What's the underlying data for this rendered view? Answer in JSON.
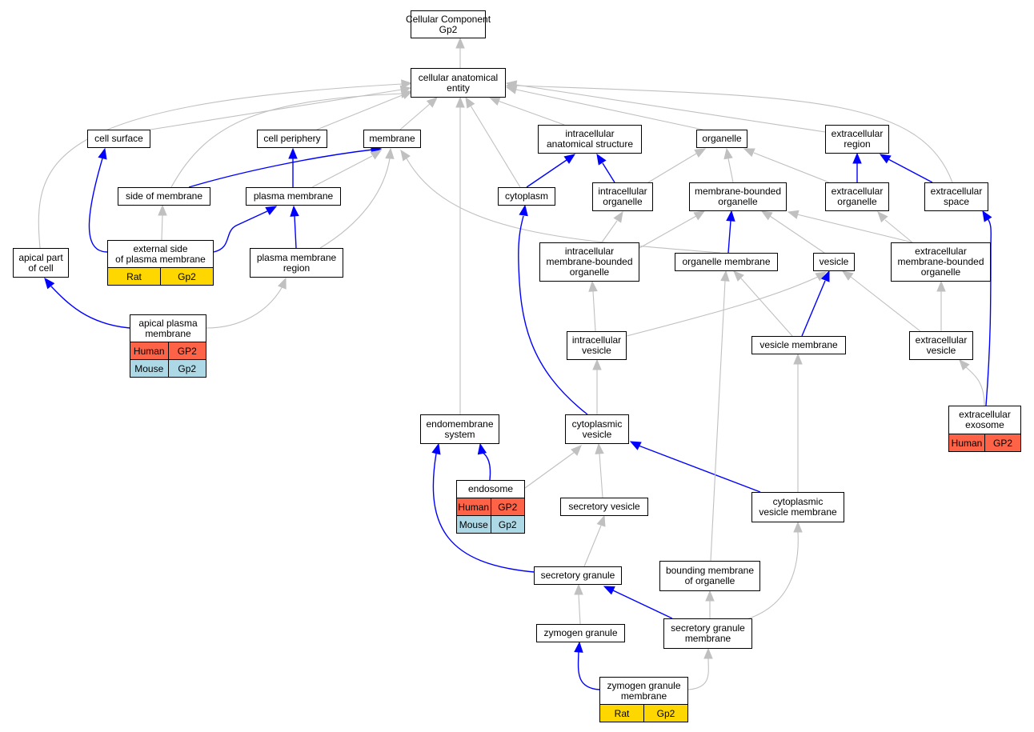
{
  "colors": {
    "Human": "#ff6347",
    "Mouse": "#add8e6",
    "Rat": "#ffd700",
    "is_a_edge": "#c0c0c0",
    "part_of_edge": "#0000ff"
  },
  "nodes": {
    "root": {
      "label": "Cellular Component\nGp2"
    },
    "cae": {
      "label": "cellular anatomical\nentity"
    },
    "cellsurface": {
      "label": "cell surface"
    },
    "cellperiphery": {
      "label": "cell periphery"
    },
    "membrane": {
      "label": "membrane"
    },
    "ias": {
      "label": "intracellular\nanatomical structure"
    },
    "organelle": {
      "label": "organelle"
    },
    "extracellularregion": {
      "label": "extracellular\nregion"
    },
    "sideofmembrane": {
      "label": "side of membrane"
    },
    "plasmamembrane": {
      "label": "plasma membrane"
    },
    "cytoplasm": {
      "label": "cytoplasm"
    },
    "intracellularorganelle": {
      "label": "intracellular\norganelle"
    },
    "mbo": {
      "label": "membrane-bounded\norganelle"
    },
    "extracellularorganelle": {
      "label": "extracellular\norganelle"
    },
    "extracellularspace": {
      "label": "extracellular\nspace"
    },
    "apicalpart": {
      "label": "apical part\nof cell"
    },
    "externalside": {
      "label": "external side\nof plasma membrane",
      "species": [
        {
          "species": "Rat",
          "gene": "Gp2"
        }
      ]
    },
    "pmregion": {
      "label": "plasma membrane\nregion"
    },
    "imbo": {
      "label": "intracellular\nmembrane-bounded\norganelle"
    },
    "organellemembrane": {
      "label": "organelle membrane"
    },
    "vesicle": {
      "label": "vesicle"
    },
    "embo": {
      "label": "extracellular\nmembrane-bounded\norganelle"
    },
    "apicalpm": {
      "label": "apical plasma\nmembrane",
      "species": [
        {
          "species": "Human",
          "gene": "GP2"
        },
        {
          "species": "Mouse",
          "gene": "Gp2"
        }
      ]
    },
    "intracellularvesicle": {
      "label": "intracellular\nvesicle"
    },
    "vesiclemembrane": {
      "label": "vesicle membrane"
    },
    "extracellularvesicle": {
      "label": "extracellular\nvesicle"
    },
    "exosome": {
      "label": "extracellular\nexosome",
      "species": [
        {
          "species": "Human",
          "gene": "GP2"
        }
      ]
    },
    "endomembrane": {
      "label": "endomembrane\nsystem"
    },
    "cytoplasmicvesicle": {
      "label": "cytoplasmic\nvesicle"
    },
    "endosome": {
      "label": "endosome",
      "species": [
        {
          "species": "Human",
          "gene": "GP2"
        },
        {
          "species": "Mouse",
          "gene": "Gp2"
        }
      ]
    },
    "secretoryvesicle": {
      "label": "secretory vesicle"
    },
    "cvm": {
      "label": "cytoplasmic\nvesicle membrane"
    },
    "secretorygranule": {
      "label": "secretory granule"
    },
    "boundingmembrane": {
      "label": "bounding membrane\nof organelle"
    },
    "zymogengranule": {
      "label": "zymogen granule"
    },
    "sgm": {
      "label": "secretory granule\nmembrane"
    },
    "zgm": {
      "label": "zymogen granule\nmembrane",
      "species": [
        {
          "species": "Rat",
          "gene": "Gp2"
        }
      ]
    }
  },
  "edges": [
    {
      "from": "cae",
      "to": "root",
      "rel": "is_a"
    },
    {
      "from": "cellsurface",
      "to": "cae",
      "rel": "is_a"
    },
    {
      "from": "cellperiphery",
      "to": "cae",
      "rel": "is_a"
    },
    {
      "from": "membrane",
      "to": "cae",
      "rel": "is_a"
    },
    {
      "from": "ias",
      "to": "cae",
      "rel": "is_a"
    },
    {
      "from": "organelle",
      "to": "cae",
      "rel": "is_a"
    },
    {
      "from": "extracellularregion",
      "to": "cae",
      "rel": "is_a"
    },
    {
      "from": "sideofmembrane",
      "to": "cae",
      "rel": "is_a"
    },
    {
      "from": "cytoplasm",
      "to": "cae",
      "rel": "is_a"
    },
    {
      "from": "endomembrane",
      "to": "cae",
      "rel": "is_a"
    },
    {
      "from": "extracellularspace",
      "to": "cae",
      "rel": "is_a"
    },
    {
      "from": "apicalpart",
      "to": "cae",
      "rel": "is_a"
    },
    {
      "from": "sideofmembrane",
      "to": "membrane",
      "rel": "part_of"
    },
    {
      "from": "plasmamembrane",
      "to": "membrane",
      "rel": "is_a"
    },
    {
      "from": "plasmamembrane",
      "to": "cellperiphery",
      "rel": "part_of"
    },
    {
      "from": "pmregion",
      "to": "membrane",
      "rel": "is_a"
    },
    {
      "from": "pmregion",
      "to": "plasmamembrane",
      "rel": "part_of"
    },
    {
      "from": "organellemembrane",
      "to": "membrane",
      "rel": "is_a"
    },
    {
      "from": "cytoplasm",
      "to": "ias",
      "rel": "part_of"
    },
    {
      "from": "intracellularorganelle",
      "to": "ias",
      "rel": "part_of"
    },
    {
      "from": "intracellularorganelle",
      "to": "organelle",
      "rel": "is_a"
    },
    {
      "from": "mbo",
      "to": "organelle",
      "rel": "is_a"
    },
    {
      "from": "extracellularorganelle",
      "to": "organelle",
      "rel": "is_a"
    },
    {
      "from": "extracellularorganelle",
      "to": "extracellularregion",
      "rel": "part_of"
    },
    {
      "from": "extracellularspace",
      "to": "extracellularregion",
      "rel": "part_of"
    },
    {
      "from": "externalside",
      "to": "cellsurface",
      "rel": "part_of"
    },
    {
      "from": "externalside",
      "to": "sideofmembrane",
      "rel": "is_a"
    },
    {
      "from": "externalside",
      "to": "plasmamembrane",
      "rel": "part_of"
    },
    {
      "from": "imbo",
      "to": "intracellularorganelle",
      "rel": "is_a"
    },
    {
      "from": "imbo",
      "to": "mbo",
      "rel": "is_a"
    },
    {
      "from": "organellemembrane",
      "to": "mbo",
      "rel": "part_of"
    },
    {
      "from": "vesicle",
      "to": "mbo",
      "rel": "is_a"
    },
    {
      "from": "embo",
      "to": "mbo",
      "rel": "is_a"
    },
    {
      "from": "embo",
      "to": "extracellularorganelle",
      "rel": "is_a"
    },
    {
      "from": "apicalpm",
      "to": "apicalpart",
      "rel": "part_of"
    },
    {
      "from": "apicalpm",
      "to": "pmregion",
      "rel": "is_a"
    },
    {
      "from": "intracellularvesicle",
      "to": "imbo",
      "rel": "is_a"
    },
    {
      "from": "intracellularvesicle",
      "to": "vesicle",
      "rel": "is_a"
    },
    {
      "from": "vesiclemembrane",
      "to": "organellemembrane",
      "rel": "is_a"
    },
    {
      "from": "vesiclemembrane",
      "to": "vesicle",
      "rel": "part_of"
    },
    {
      "from": "extracellularvesicle",
      "to": "vesicle",
      "rel": "is_a"
    },
    {
      "from": "extracellularvesicle",
      "to": "embo",
      "rel": "is_a"
    },
    {
      "from": "exosome",
      "to": "extracellularvesicle",
      "rel": "is_a"
    },
    {
      "from": "exosome",
      "to": "extracellularspace",
      "rel": "part_of"
    },
    {
      "from": "cytoplasmicvesicle",
      "to": "intracellularvesicle",
      "rel": "is_a"
    },
    {
      "from": "cytoplasmicvesicle",
      "to": "cytoplasm",
      "rel": "part_of"
    },
    {
      "from": "endosome",
      "to": "endomembrane",
      "rel": "part_of"
    },
    {
      "from": "endosome",
      "to": "cytoplasmicvesicle",
      "rel": "is_a"
    },
    {
      "from": "secretoryvesicle",
      "to": "cytoplasmicvesicle",
      "rel": "is_a"
    },
    {
      "from": "cvm",
      "to": "cytoplasmicvesicle",
      "rel": "part_of"
    },
    {
      "from": "cvm",
      "to": "vesiclemembrane",
      "rel": "is_a"
    },
    {
      "from": "secretorygranule",
      "to": "secretoryvesicle",
      "rel": "is_a"
    },
    {
      "from": "secretorygranule",
      "to": "endomembrane",
      "rel": "part_of"
    },
    {
      "from": "boundingmembrane",
      "to": "organellemembrane",
      "rel": "is_a"
    },
    {
      "from": "zymogengranule",
      "to": "secretorygranule",
      "rel": "is_a"
    },
    {
      "from": "sgm",
      "to": "secretorygranule",
      "rel": "part_of"
    },
    {
      "from": "sgm",
      "to": "boundingmembrane",
      "rel": "is_a"
    },
    {
      "from": "sgm",
      "to": "cvm",
      "rel": "is_a"
    },
    {
      "from": "zgm",
      "to": "zymogengranule",
      "rel": "part_of"
    },
    {
      "from": "zgm",
      "to": "sgm",
      "rel": "is_a"
    }
  ]
}
